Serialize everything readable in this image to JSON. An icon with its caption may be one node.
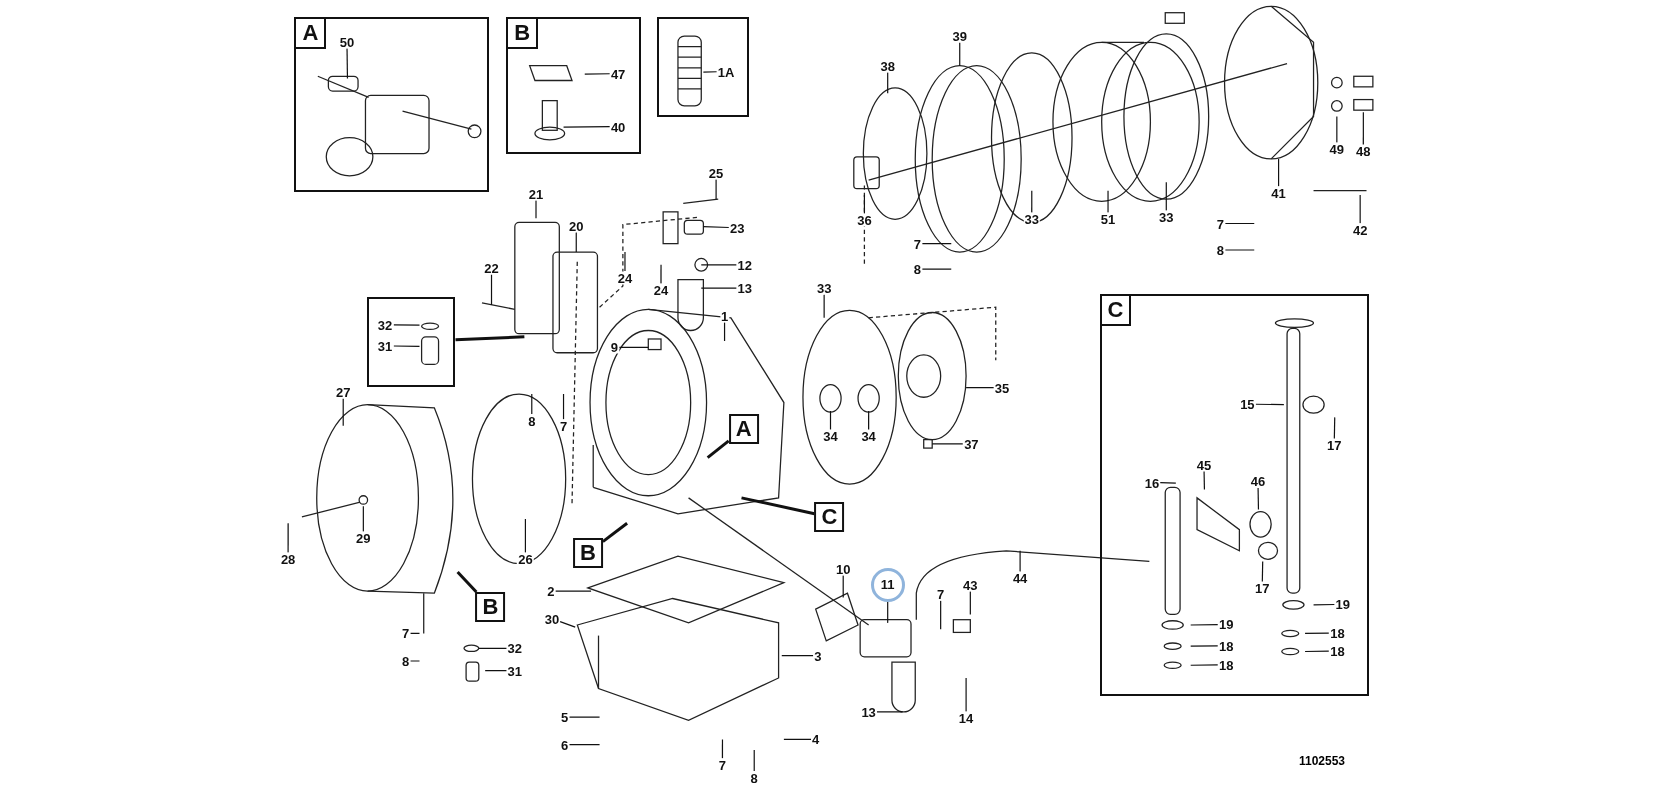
{
  "diagram": {
    "nodes": [
      {
        "text": [],
        "shape": "box"
      },
      {
        "text": [
          "50"
        ],
        "in": 0
      },
      {
        "text": [],
        "shape": "box"
      },
      {
        "text": [
          "47"
        ],
        "in": 2
      },
      {
        "text": [
          "40"
        ],
        "in": 2
      },
      {
        "text": [],
        "shape": "box"
      },
      {
        "text": [
          "1A"
        ],
        "in": 5
      },
      {
        "text": [
          "38"
        ]
      },
      {
        "text": [
          "39"
        ]
      },
      {
        "text": [
          "25"
        ]
      },
      {
        "text": [
          "21"
        ]
      },
      {
        "text": [
          "20"
        ]
      },
      {
        "text": [
          "23"
        ]
      },
      {
        "text": [
          "12"
        ]
      },
      {
        "text": [
          "24"
        ]
      },
      {
        "text": [
          "24"
        ]
      },
      {
        "text": [
          "13"
        ]
      },
      {
        "text": [
          "22"
        ]
      },
      {
        "text": [
          "36"
        ]
      },
      {
        "text": [
          "7"
        ]
      },
      {
        "text": [
          "8"
        ]
      },
      {
        "text": [
          "33"
        ]
      },
      {
        "text": [
          "33"
        ]
      },
      {
        "text": [
          "51"
        ]
      },
      {
        "text": [
          "41"
        ]
      },
      {
        "text": [
          "49"
        ]
      },
      {
        "text": [
          "48"
        ]
      },
      {
        "text": [
          "42"
        ]
      },
      {
        "text": [
          "7"
        ]
      },
      {
        "text": [
          "8"
        ]
      },
      {
        "text": [],
        "shape": "box"
      },
      {
        "text": [
          "32"
        ],
        "in": 30
      },
      {
        "text": [
          "31"
        ],
        "in": 30
      },
      {
        "text": [
          "9"
        ]
      },
      {
        "text": [
          "1"
        ]
      },
      {
        "text": [
          "33"
        ]
      },
      {
        "text": [
          "35"
        ]
      },
      {
        "text": [
          "27"
        ]
      },
      {
        "text": [
          "8"
        ]
      },
      {
        "text": [
          "7"
        ]
      },
      {
        "text": [
          "A"
        ]
      },
      {
        "text": [
          "34"
        ]
      },
      {
        "text": [
          "34"
        ]
      },
      {
        "text": [
          "37"
        ]
      },
      {
        "text": [
          "C"
        ]
      },
      {
        "text": [
          "B"
        ]
      },
      {
        "text": [
          "28"
        ]
      },
      {
        "text": [
          "29"
        ]
      },
      {
        "text": [
          "26"
        ]
      },
      {
        "text": [
          "B"
        ]
      },
      {
        "text": [
          "2"
        ]
      },
      {
        "text": [
          "30"
        ]
      },
      {
        "text": [
          "3"
        ]
      },
      {
        "text": [
          "7"
        ]
      },
      {
        "text": [
          "8"
        ]
      },
      {
        "text": [
          "32"
        ]
      },
      {
        "text": [
          "31"
        ]
      },
      {
        "text": [
          "5"
        ]
      },
      {
        "text": [
          "6"
        ]
      },
      {
        "text": [
          "7"
        ]
      },
      {
        "text": [
          "8"
        ]
      },
      {
        "text": [
          "4"
        ]
      },
      {
        "text": [
          "10"
        ]
      },
      {
        "text": [
          "11"
        ]
      },
      {
        "text": [
          "7"
        ]
      },
      {
        "text": [
          "43"
        ]
      },
      {
        "text": [
          "44"
        ]
      },
      {
        "text": [
          "13"
        ]
      },
      {
        "text": [
          "14"
        ]
      },
      {
        "text": [],
        "shape": "box"
      },
      {
        "text": [
          "15"
        ],
        "in": 69
      },
      {
        "text": [
          "17"
        ],
        "in": 69
      },
      {
        "text": [
          "16"
        ],
        "in": 69
      },
      {
        "text": [
          "45"
        ],
        "in": 69
      },
      {
        "text": [
          "46"
        ],
        "in": 69
      },
      {
        "text": [
          "17"
        ],
        "in": 69
      },
      {
        "text": [
          "19"
        ],
        "in": 69
      },
      {
        "text": [
          "18"
        ],
        "in": 69
      },
      {
        "text": [
          "18"
        ],
        "in": 69
      },
      {
        "text": [
          "19"
        ],
        "in": 69
      },
      {
        "text": [
          "18"
        ],
        "in": 69
      },
      {
        "text": [
          "18"
        ],
        "in": 69
      },
      {
        "text": [
          "A"
        ],
        "in": 0
      },
      {
        "text": [
          "B"
        ],
        "in": 2
      },
      {
        "text": [
          "C"
        ],
        "in": 69
      }
    ],
    "edges": [
      {
        "from": 1,
        "to": null,
        "arrow": "none"
      },
      {
        "from": 3,
        "to": null,
        "arrow": "none"
      },
      {
        "from": 4,
        "to": null,
        "arrow": "none"
      },
      {
        "from": 6,
        "to": null,
        "arrow": "none"
      },
      {
        "from": 7,
        "to": null,
        "arrow": "none"
      },
      {
        "from": 8,
        "to": null,
        "arrow": "none"
      },
      {
        "from": 9,
        "to": null,
        "arrow": "none"
      },
      {
        "from": 10,
        "to": null,
        "arrow": "none"
      },
      {
        "from": 11,
        "to": null,
        "arrow": "none"
      },
      {
        "from": 12,
        "to": null,
        "arrow": "none"
      },
      {
        "from": 13,
        "to": null,
        "arrow": "none"
      },
      {
        "from": 14,
        "to": null,
        "arrow": "none"
      },
      {
        "from": 15,
        "to": null,
        "arrow": "none"
      },
      {
        "from": 16,
        "to": null,
        "arrow": "none"
      },
      {
        "from": 17,
        "to": null,
        "arrow": "none"
      },
      {
        "from": 18,
        "to": null,
        "arrow": "none"
      },
      {
        "from": 19,
        "to": null,
        "arrow": "none"
      },
      {
        "from": 20,
        "to": null,
        "arrow": "none"
      },
      {
        "from": 21,
        "to": null,
        "arrow": "none"
      },
      {
        "from": 22,
        "to": null,
        "arrow": "none"
      },
      {
        "from": 23,
        "to": null,
        "arrow": "none"
      },
      {
        "from": 24,
        "to": null,
        "arrow": "none"
      },
      {
        "from": 25,
        "to": null,
        "arrow": "none"
      },
      {
        "from": 26,
        "to": null,
        "arrow": "none"
      },
      {
        "from": 27,
        "to": null,
        "arrow": "none"
      },
      {
        "from": 28,
        "to": null,
        "arrow": "none"
      },
      {
        "from": 29,
        "to": null,
        "arrow": "none"
      },
      {
        "from": 30,
        "to": null,
        "arrow": "none"
      },
      {
        "from": 31,
        "to": null,
        "arrow": "none"
      },
      {
        "from": 32,
        "to": null,
        "arrow": "none"
      },
      {
        "from": 33,
        "to": null,
        "arrow": "none"
      },
      {
        "from": 34,
        "to": null,
        "arrow": "none"
      },
      {
        "from": 35,
        "to": null,
        "arrow": "none"
      },
      {
        "from": 36,
        "to": null,
        "arrow": "none"
      },
      {
        "from": 37,
        "to": null,
        "arrow": "none"
      },
      {
        "from": 38,
        "to": null,
        "arrow": "none"
      },
      {
        "from": 39,
        "to": null,
        "arrow": "none"
      },
      {
        "from": 40,
        "to": null,
        "arrow": "none"
      },
      {
        "from": 41,
        "to": null,
        "arrow": "none"
      },
      {
        "from": 42,
        "to": null,
        "arrow": "none"
      },
      {
        "from": 43,
        "to": null,
        "arrow": "none"
      },
      {
        "from": 44,
        "to": null,
        "arrow": "none"
      },
      {
        "from": 45,
        "to": null,
        "arrow": "none"
      },
      {
        "from": 46,
        "to": null,
        "arrow": "none"
      },
      {
        "from": 47,
        "to": null,
        "arrow": "none"
      },
      {
        "from": 48,
        "to": null,
        "arrow": "none"
      },
      {
        "from": 49,
        "to": null,
        "arrow": "none"
      },
      {
        "from": 50,
        "to": null,
        "arrow": "none"
      },
      {
        "from": 51,
        "to": null,
        "arrow": "none"
      },
      {
        "from": 52,
        "to": null,
        "arrow": "none"
      },
      {
        "from": 53,
        "to": null,
        "arrow": "none"
      },
      {
        "from": 54,
        "to": null,
        "arrow": "none"
      },
      {
        "from": 55,
        "to": null,
        "arrow": "none"
      },
      {
        "from": 56,
        "to": null,
        "arrow": "none"
      },
      {
        "from": 57,
        "to": null,
        "arrow": "none"
      },
      {
        "from": 58,
        "to": null,
        "arrow": "none"
      },
      {
        "from": 59,
        "to": null,
        "arrow": "none"
      },
      {
        "from": 60,
        "to": null,
        "arrow": "none"
      },
      {
        "from": 61,
        "to": null,
        "arrow": "none"
      },
      {
        "from": 62,
        "to": null,
        "arrow": "none"
      },
      {
        "from": 63,
        "to": null,
        "arrow": "none"
      },
      {
        "from": 64,
        "to": null,
        "arrow": "none"
      },
      {
        "from": 65,
        "to": null,
        "arrow": "none"
      },
      {
        "from": 66,
        "to": null,
        "arrow": "none"
      },
      {
        "from": 67,
        "to": null,
        "arrow": "none"
      },
      {
        "from": 68,
        "to": null,
        "arrow": "none"
      },
      {
        "from": 70,
        "to": null,
        "arrow": "none"
      },
      {
        "from": 71,
        "to": null,
        "arrow": "none"
      },
      {
        "from": 72,
        "to": null,
        "arrow": "none"
      },
      {
        "from": 73,
        "to": null,
        "arrow": "none"
      },
      {
        "from": 74,
        "to": null,
        "arrow": "none"
      },
      {
        "from": 75,
        "to": null,
        "arrow": "none"
      },
      {
        "from": 76,
        "to": null,
        "arrow": "none"
      },
      {
        "from": 77,
        "to": null,
        "arrow": "none"
      },
      {
        "from": 78,
        "to": null,
        "arrow": "none"
      },
      {
        "from": 79,
        "to": null,
        "arrow": "none"
      },
      {
        "from": 80,
        "to": null,
        "arrow": "none"
      },
      {
        "from": 81,
        "to": null,
        "arrow": "none"
      }
    ],
    "labels": [
      "1102553"
    ]
  }
}
